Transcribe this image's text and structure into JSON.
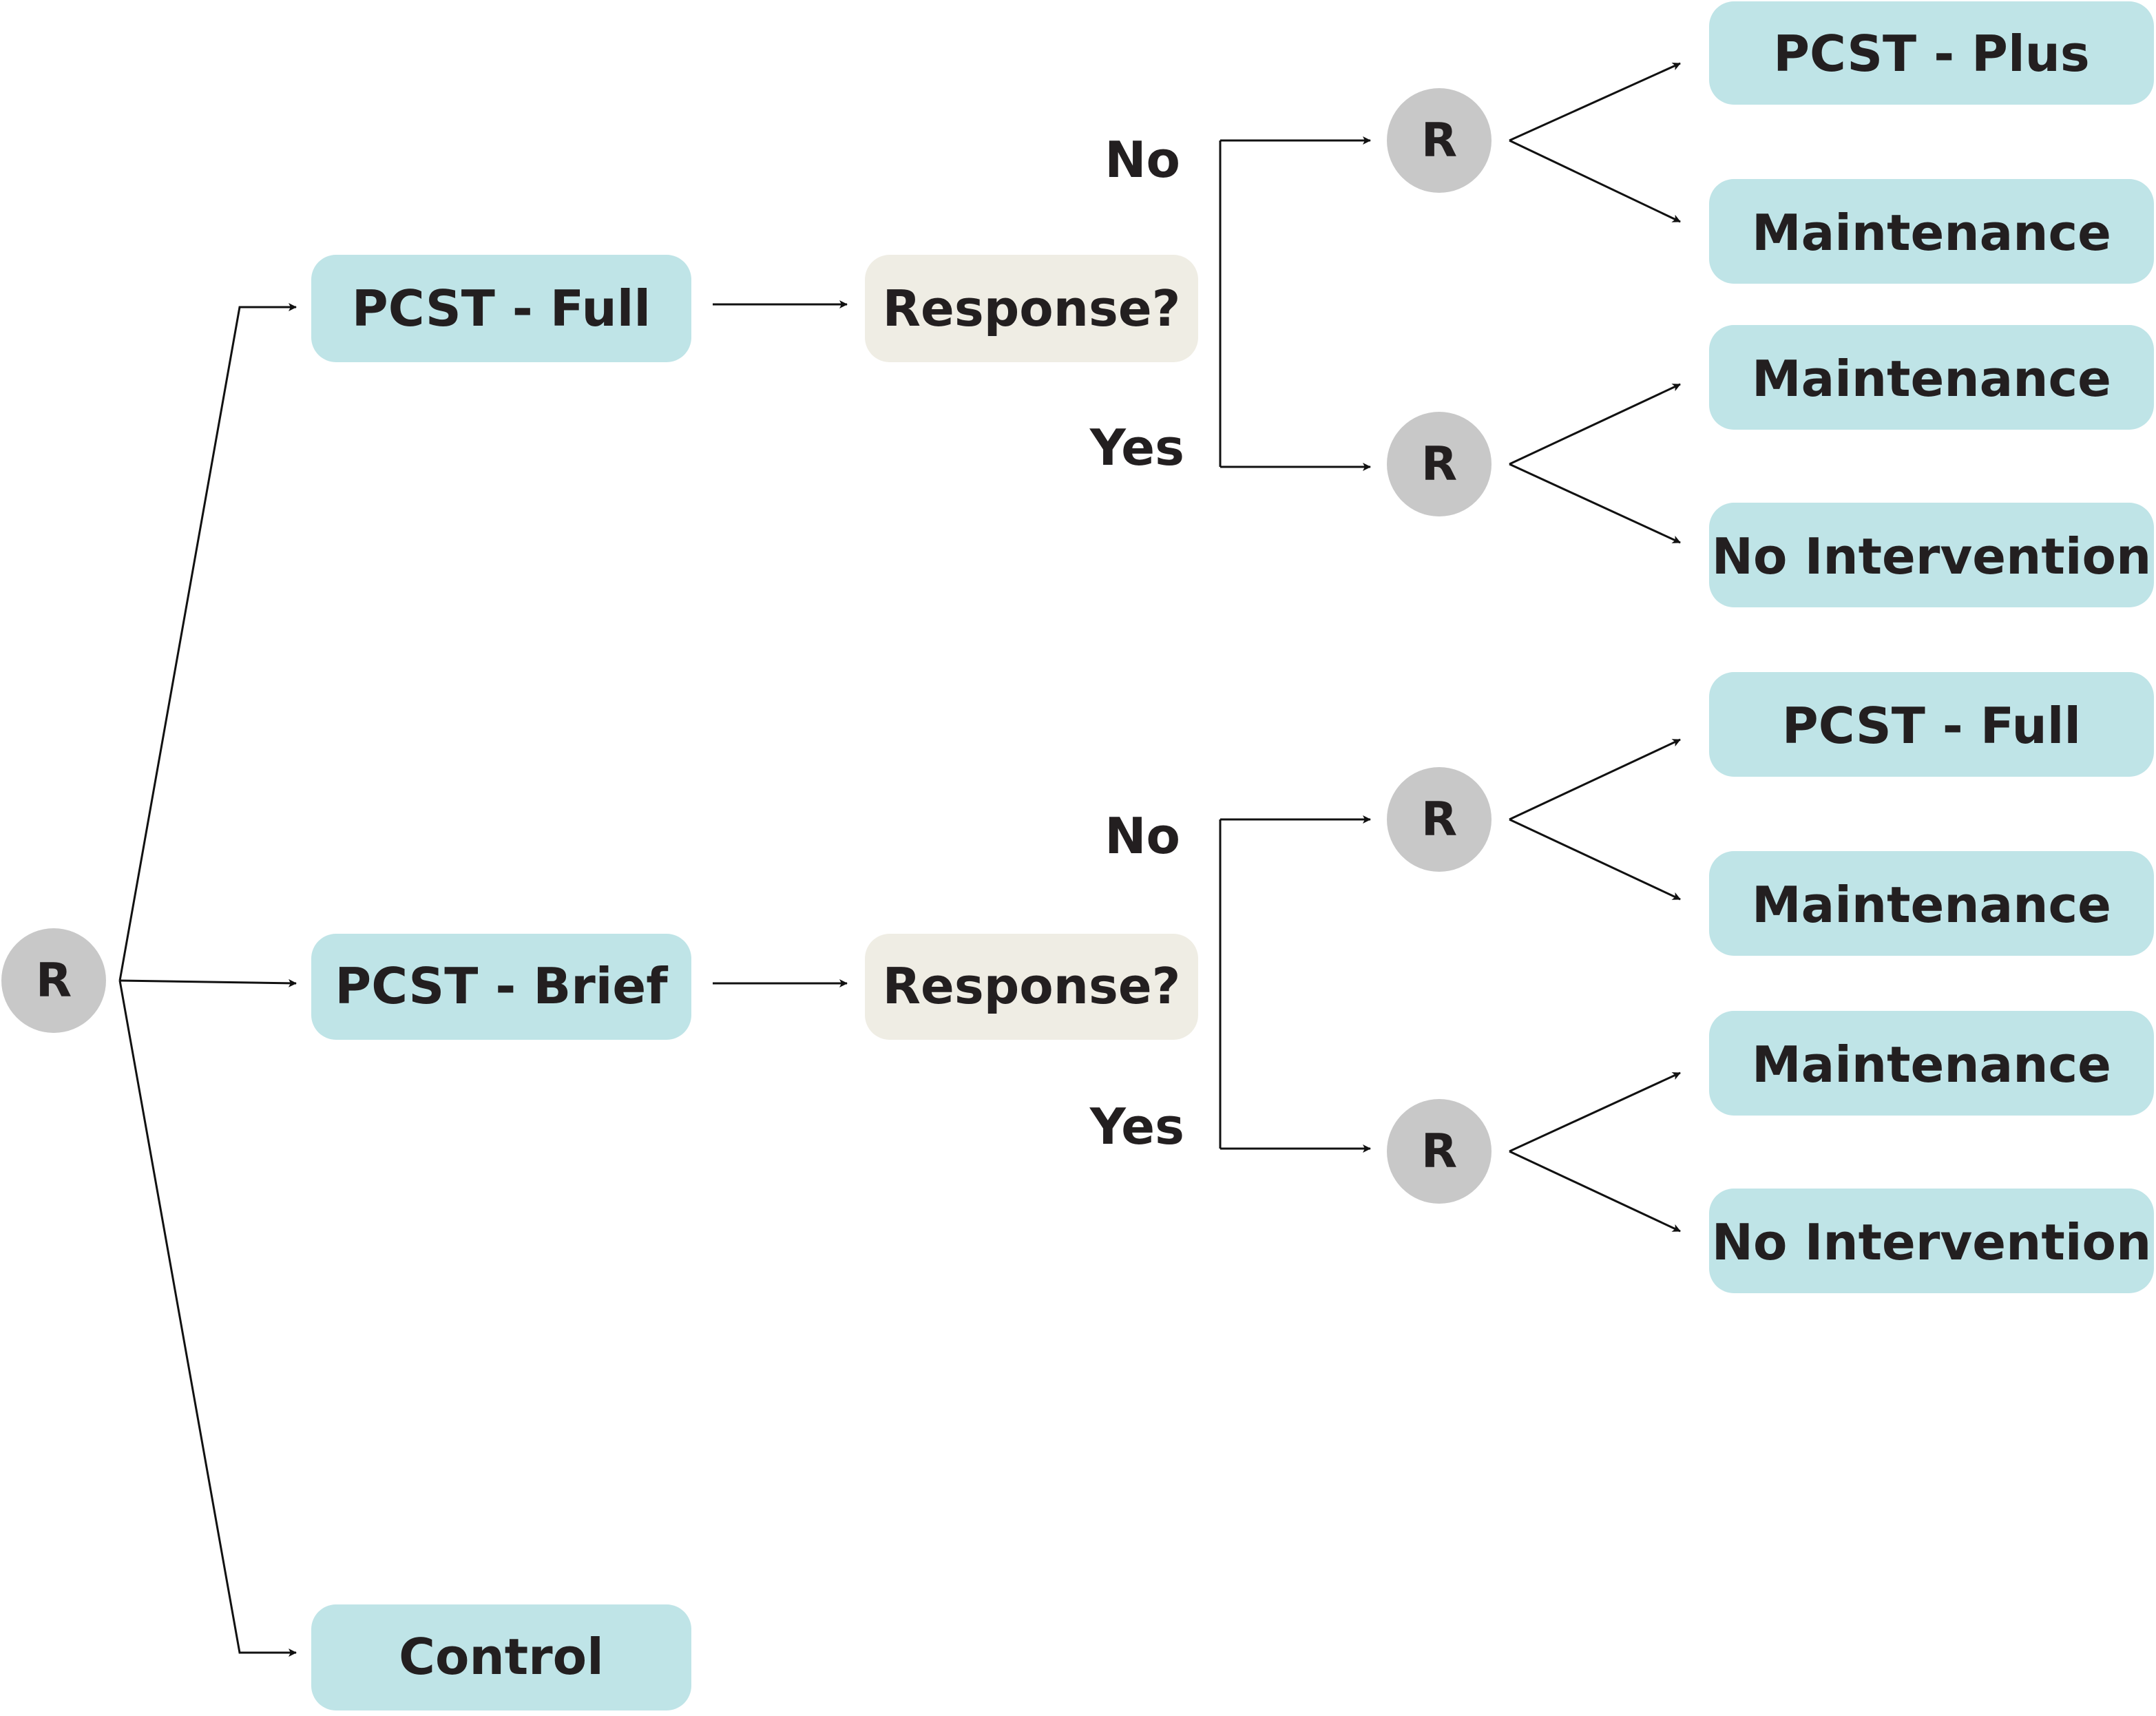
{
  "colors": {
    "box_teal": "#bfe4e7",
    "box_beige": "#efede4",
    "circle_gray": "#c8c8c8",
    "text": "#231f20",
    "line": "#111111"
  },
  "root": {
    "label": "R"
  },
  "arms": [
    {
      "treatment": "PCST - Full",
      "question": "Response?",
      "outcomes": [
        {
          "answer": "No",
          "node": "R",
          "options": [
            "PCST - Plus",
            "Maintenance"
          ]
        },
        {
          "answer": "Yes",
          "node": "R",
          "options": [
            "Maintenance",
            "No Intervention"
          ]
        }
      ]
    },
    {
      "treatment": "PCST - Brief",
      "question": "Response?",
      "outcomes": [
        {
          "answer": "No",
          "node": "R",
          "options": [
            "PCST - Full",
            "Maintenance"
          ]
        },
        {
          "answer": "Yes",
          "node": "R",
          "options": [
            "Maintenance",
            "No Intervention"
          ]
        }
      ]
    },
    {
      "treatment": "Control"
    }
  ]
}
